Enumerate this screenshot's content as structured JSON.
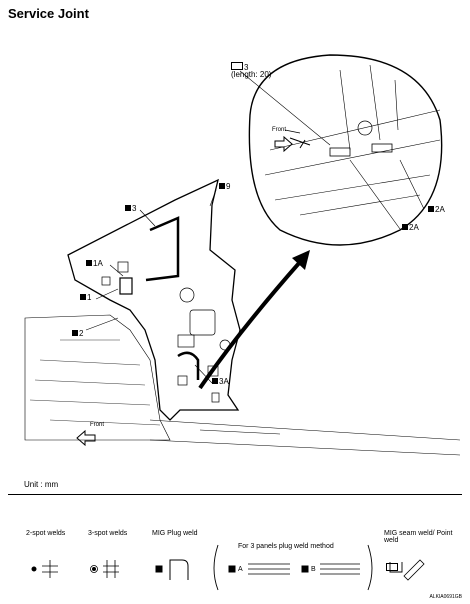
{
  "title": "Service Joint",
  "callouts": {
    "c3_length": "3",
    "c3_length_note": "(length: 20)",
    "front_top": "Front",
    "front_bottom": "Front",
    "c2a_1": "2A",
    "c2a_2": "2A",
    "c3": "3",
    "c9": "9",
    "c1a": "1A",
    "c1": "1",
    "c2": "2",
    "c3a": "3A"
  },
  "unit": "Unit : mm",
  "legend": {
    "spot2": "2-spot welds",
    "spot3": "3-spot welds",
    "plug": "MIG Plug weld",
    "three_panel": "For 3 panels plug weld method",
    "seam": "MIG seam weld/ Point weld",
    "key_a": "A",
    "key_b": "B"
  },
  "figure_code": "ALKIA0691GB"
}
